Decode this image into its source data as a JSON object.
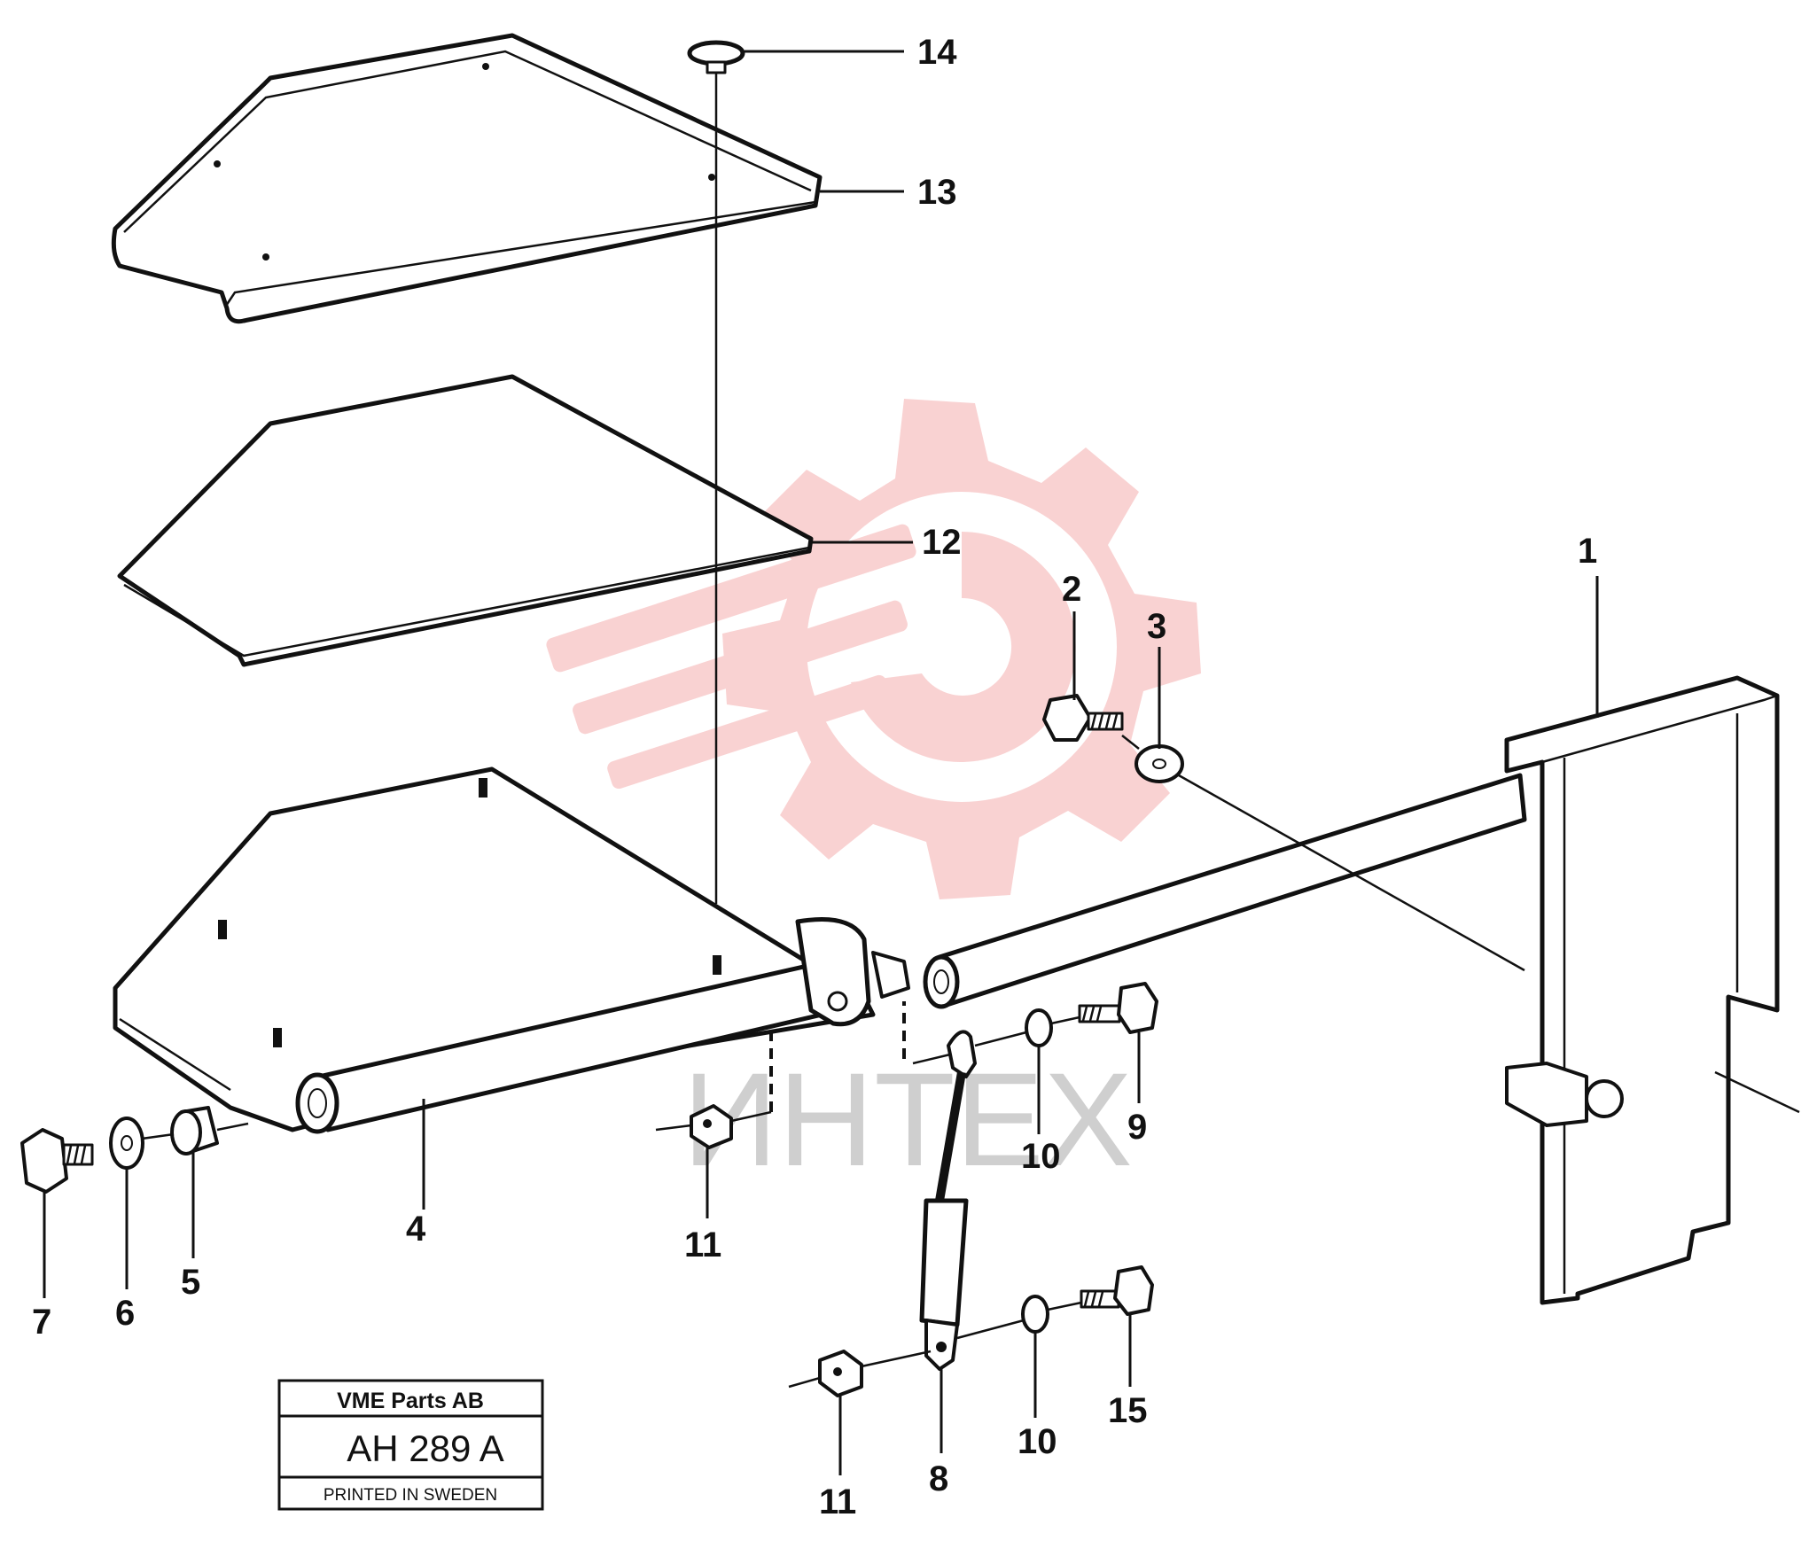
{
  "watermark": {
    "text": "ИНТЕХ",
    "logo_icon": "gear-wrench-logo-icon",
    "logo_color": "#f5c2c2",
    "text_color": "#cfcfcf"
  },
  "title_block": {
    "company": "VME Parts AB",
    "code": "AH 289 A",
    "printed": "PRINTED IN SWEDEN"
  },
  "callouts": [
    {
      "id": "1",
      "label": "1"
    },
    {
      "id": "2",
      "label": "2"
    },
    {
      "id": "3",
      "label": "3"
    },
    {
      "id": "4",
      "label": "4"
    },
    {
      "id": "5",
      "label": "5"
    },
    {
      "id": "6",
      "label": "6"
    },
    {
      "id": "7",
      "label": "7"
    },
    {
      "id": "8",
      "label": "8"
    },
    {
      "id": "9",
      "label": "9"
    },
    {
      "id": "10a",
      "label": "10"
    },
    {
      "id": "10b",
      "label": "10"
    },
    {
      "id": "11a",
      "label": "11"
    },
    {
      "id": "11b",
      "label": "11"
    },
    {
      "id": "12",
      "label": "12"
    },
    {
      "id": "13",
      "label": "13"
    },
    {
      "id": "14",
      "label": "14"
    },
    {
      "id": "15",
      "label": "15"
    }
  ]
}
